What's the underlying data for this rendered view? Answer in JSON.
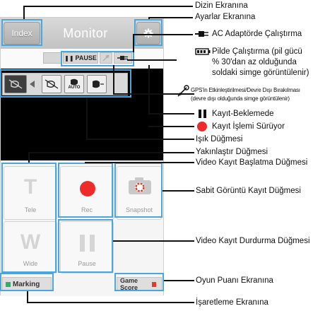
{
  "header": {
    "index_label": "Index",
    "title": "Monitor"
  },
  "status": {
    "pause_label": "PAUSE"
  },
  "controls": {
    "tele_glyph": "T",
    "tele_label": "Tele",
    "wide_glyph": "W",
    "wide_label": "Wide",
    "rec_label": "Rec",
    "pause_label": "Pause",
    "snapshot_label": "Snapshot",
    "auto_label": "AUTO"
  },
  "bottom": {
    "marking_label": "Marking",
    "game_score_label": "Game Score"
  },
  "callouts": {
    "index_screen": "Dizin Ekranına",
    "settings_screen": "Ayarlar Ekranına",
    "ac_adapter": "AC Adaptörde Çalıştırma",
    "battery_line1": "Pilde Çalıştırma (pil gücü",
    "battery_line2": "% 30'dan az olduğunda",
    "battery_line3": "soldaki simge görüntülenir)",
    "gps_line1": "GPS'in Etkinleştirilmesi/Devre Dışı Bırakılması",
    "gps_line2": "(devre dışı olduğunda simge görüntülenir)",
    "rec_standby": "Kayıt-Beklemede",
    "recording": "Kayıt İşlemi Sürüyor",
    "light_button": "Işık Düğmesi",
    "zoom_button": "Yakınlaştır Düğmesi",
    "video_start": "Video Kayıt Başlatma Düğmesi",
    "still_record": "Sabit Görüntü Kayıt Düğmesi",
    "video_stop": "Video Kayıt Durdurma Düğmesi",
    "game_score_screen": "Oyun Puanı Ekranına",
    "marking_screen": "İşaretleme Ekranına"
  },
  "colors": {
    "record_red": "#ee2b2b",
    "marking_green": "#3aa76d",
    "game_score_red": "#e8392b",
    "callout_blue": "#4aa6de"
  }
}
